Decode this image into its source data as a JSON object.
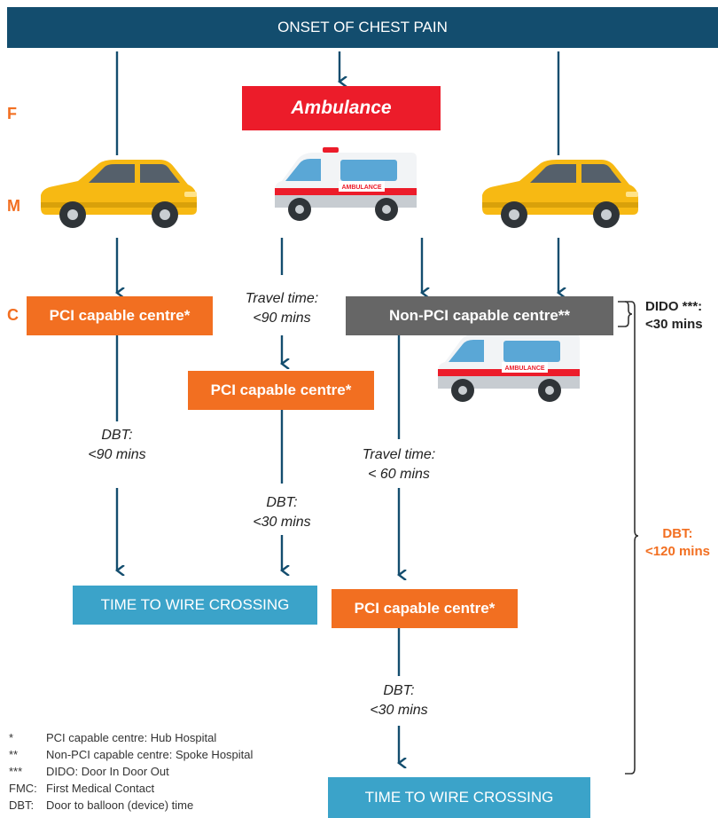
{
  "top_bar": "ONSET OF CHEST PAIN",
  "ambulance_box": "Ambulance",
  "fmc_letters": [
    "F",
    "M",
    "C"
  ],
  "pci_box_left": "PCI capable centre*",
  "pci_box_middle": "PCI capable centre*",
  "pci_box_right": "PCI capable centre*",
  "non_pci_box": "Non-PCI capable centre**",
  "wire_left": "TIME TO WIRE CROSSING",
  "wire_right": "TIME TO WIRE CROSSING",
  "labels": {
    "travel_90": [
      "Travel time:",
      "<90 mins"
    ],
    "dbt_left": [
      "DBT:",
      "<90 mins"
    ],
    "dbt_middle": [
      "DBT:",
      "<30 mins"
    ],
    "travel_60": [
      "Travel time:",
      "< 60 mins"
    ],
    "dbt_right": [
      "DBT:",
      "<30 mins"
    ]
  },
  "side": {
    "dido": [
      "DIDO ***:",
      "<30 mins"
    ],
    "dbt": [
      "DBT:",
      "<120 mins"
    ]
  },
  "ambulance_text": "AMBULANCE",
  "legend": [
    {
      "key": "*",
      "text": "PCI capable centre: Hub Hospital"
    },
    {
      "key": "**",
      "text": "Non-PCI capable centre: Spoke Hospital"
    },
    {
      "key": "***",
      "text": "DIDO: Door In Door Out"
    },
    {
      "key": "FMC:",
      "text": "First Medical Contact"
    },
    {
      "key": "DBT:",
      "text": "Door to balloon (device) time"
    }
  ],
  "colors": {
    "navy": "#134d6e",
    "red": "#ec1c2a",
    "orange": "#f26f21",
    "grey": "#666666",
    "blue": "#3ba3c9",
    "car": "#f7b913"
  }
}
